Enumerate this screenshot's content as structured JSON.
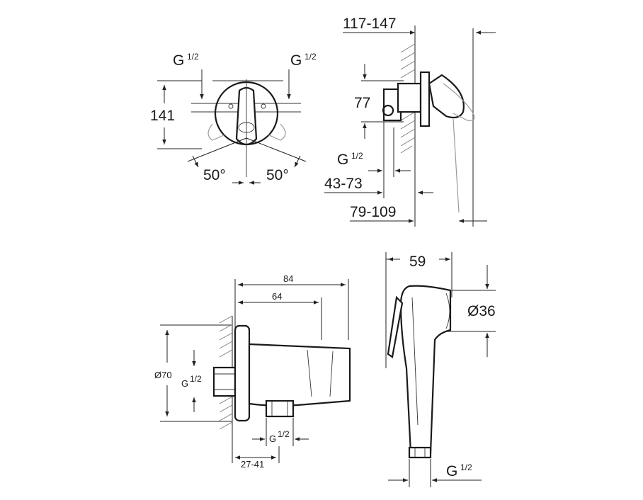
{
  "views": {
    "front": {
      "dim_height": "141",
      "angle_left": "50°",
      "angle_right": "50°",
      "thread_left_base": "G",
      "thread_left_frac": "1/2",
      "thread_right_base": "G",
      "thread_right_frac": "1/2"
    },
    "side": {
      "dim_top": "117-147",
      "dim_77": "77",
      "thread_base": "G",
      "thread_frac": "1/2",
      "dim_43_73": "43-73",
      "dim_79_109": "79-109"
    },
    "elbow": {
      "dim_84": "84",
      "dim_64": "64",
      "dim_dia70": "Ø70",
      "thread_left_base": "G",
      "thread_left_frac": "1/2",
      "thread_bottom_base": "G",
      "thread_bottom_frac": "1/2",
      "dim_27_41": "27-41"
    },
    "handshower": {
      "dim_59": "59",
      "dim_dia36": "Ø36",
      "thread_base": "G",
      "thread_frac": "1/2"
    }
  }
}
